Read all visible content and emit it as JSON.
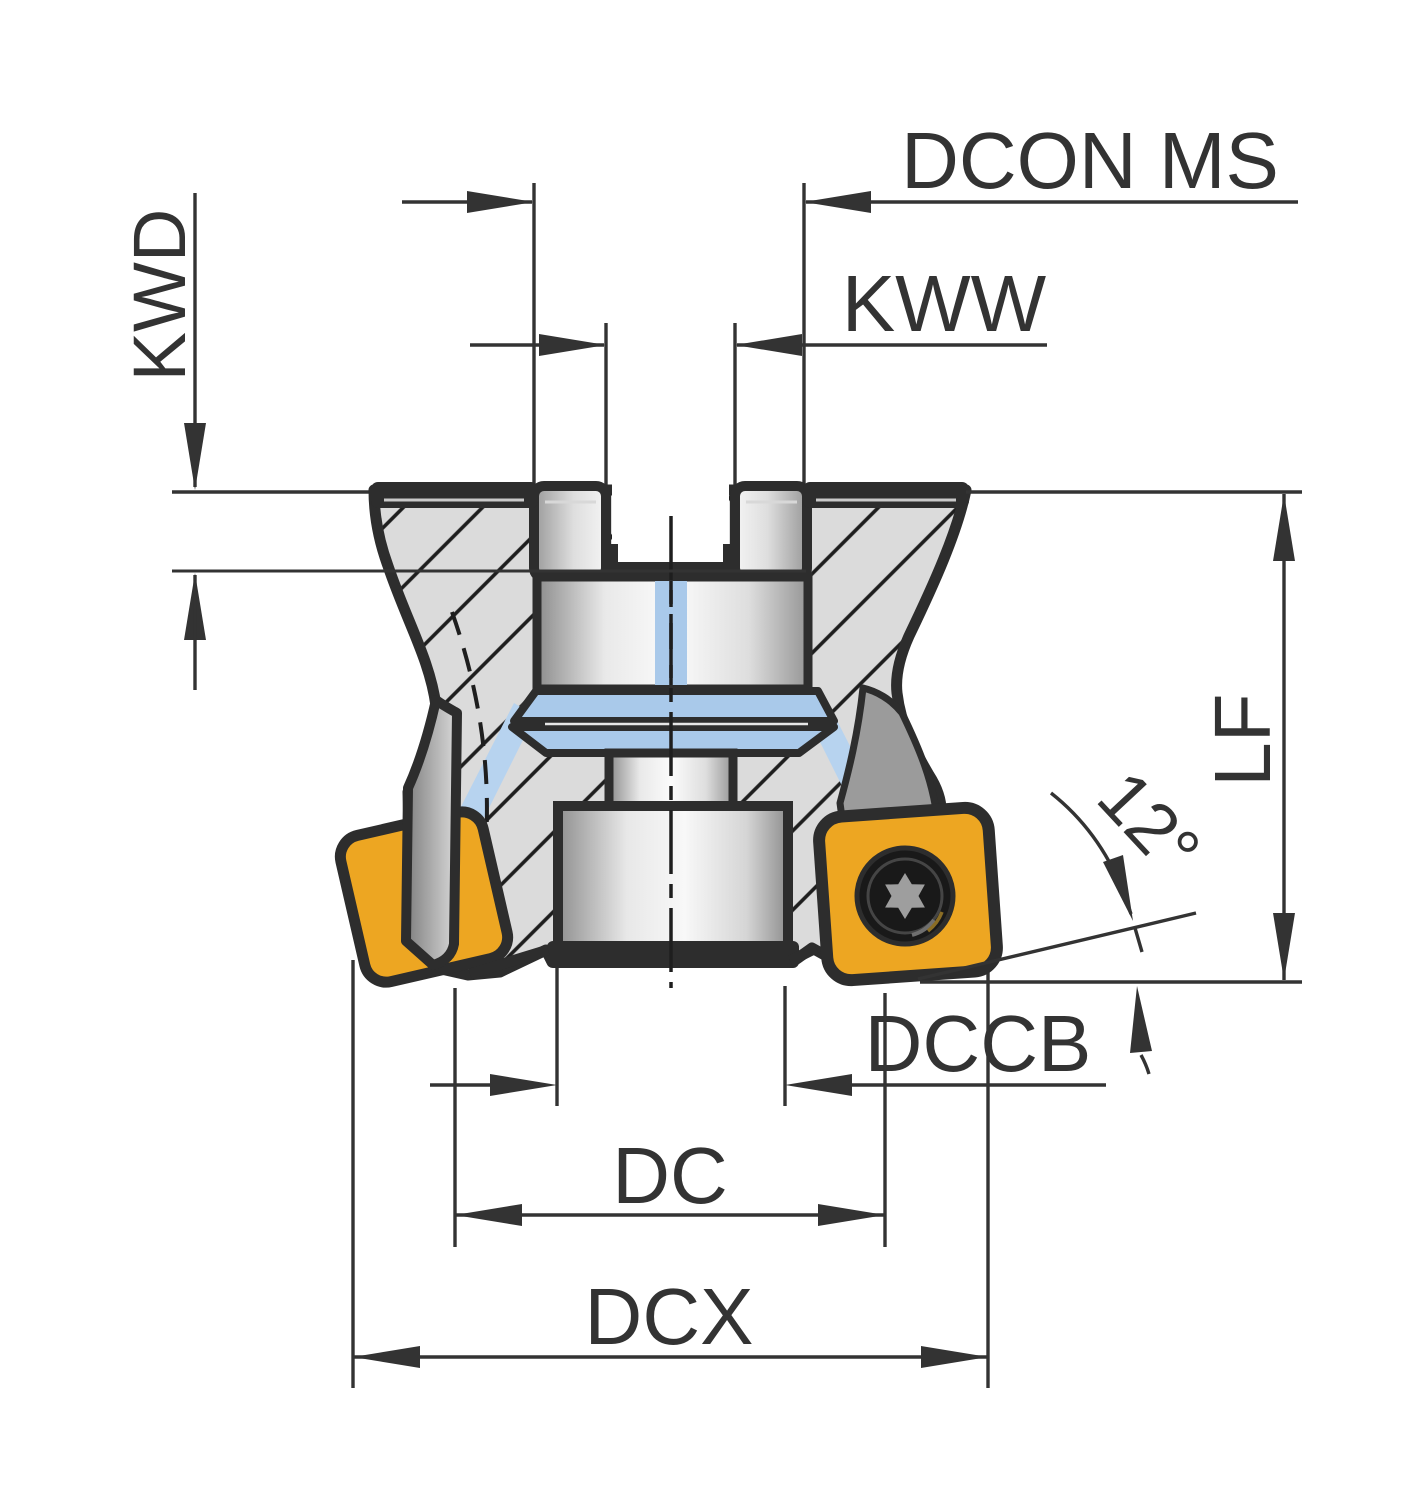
{
  "diagram": {
    "title": "Face milling cutter cross-section dimension drawing",
    "labels": {
      "dcon_ms": "DCON MS",
      "kww": "KWW",
      "kwd": "KWD",
      "lf": "LF",
      "angle": "12°",
      "dccb": "DCCB",
      "dc": "DC",
      "dcx": "DCX"
    },
    "colors": {
      "dimension_line": "#333333",
      "outline": "#2d2d2d",
      "insert_yellow": "#eda622",
      "coolant_blue": "#a9c9ea",
      "ribbon_blue": "#b7d3ef",
      "hatch_background": "#dbdbdb",
      "pocket_gray": "#9b9b9b",
      "screw_dark": "#191919",
      "torx_gray": "#9e9e9e"
    }
  }
}
